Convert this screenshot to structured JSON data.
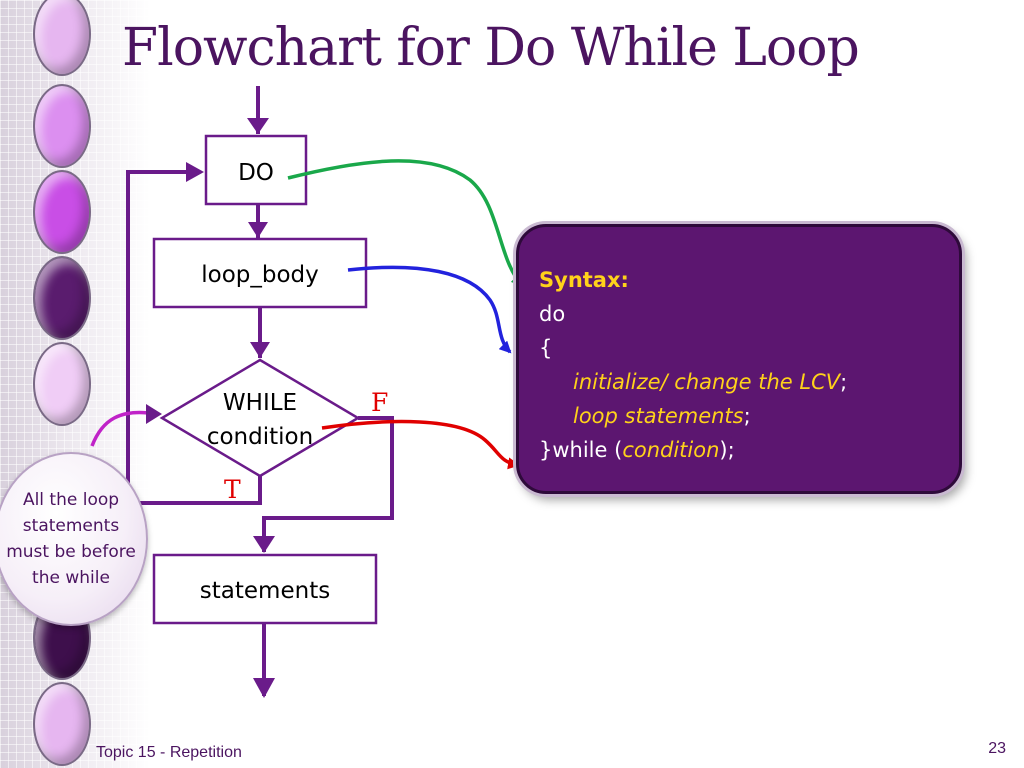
{
  "slide": {
    "title": "Flowchart for Do While Loop",
    "footer": "Topic 15 - Repetition",
    "page_number": "23"
  },
  "flowchart": {
    "do_label": "DO",
    "body_label": "loop_body",
    "while_line1": "WHILE",
    "while_line2": "condition",
    "false_label": "F",
    "true_label": "T",
    "statements_label": "statements"
  },
  "syntax": {
    "heading": "Syntax:",
    "line_do": "do",
    "line_open": "{",
    "line_init": "initialize/ change the LCV",
    "line_init_end": ";",
    "line_loop": "loop statements",
    "line_loop_end": ";",
    "line_while_start": "}while (",
    "line_condition": "condition",
    "line_while_end": ");"
  },
  "callout": {
    "text": "All the loop statements must be before the while"
  },
  "colors": {
    "title": "#4b1460",
    "box_border": "#6a1b8a",
    "arrow_green": "#1aa84a",
    "arrow_blue": "#2222dd",
    "arrow_red": "#e00000",
    "syntax_bg": "#5c1670",
    "syntax_keyword": "#ffd21a"
  }
}
